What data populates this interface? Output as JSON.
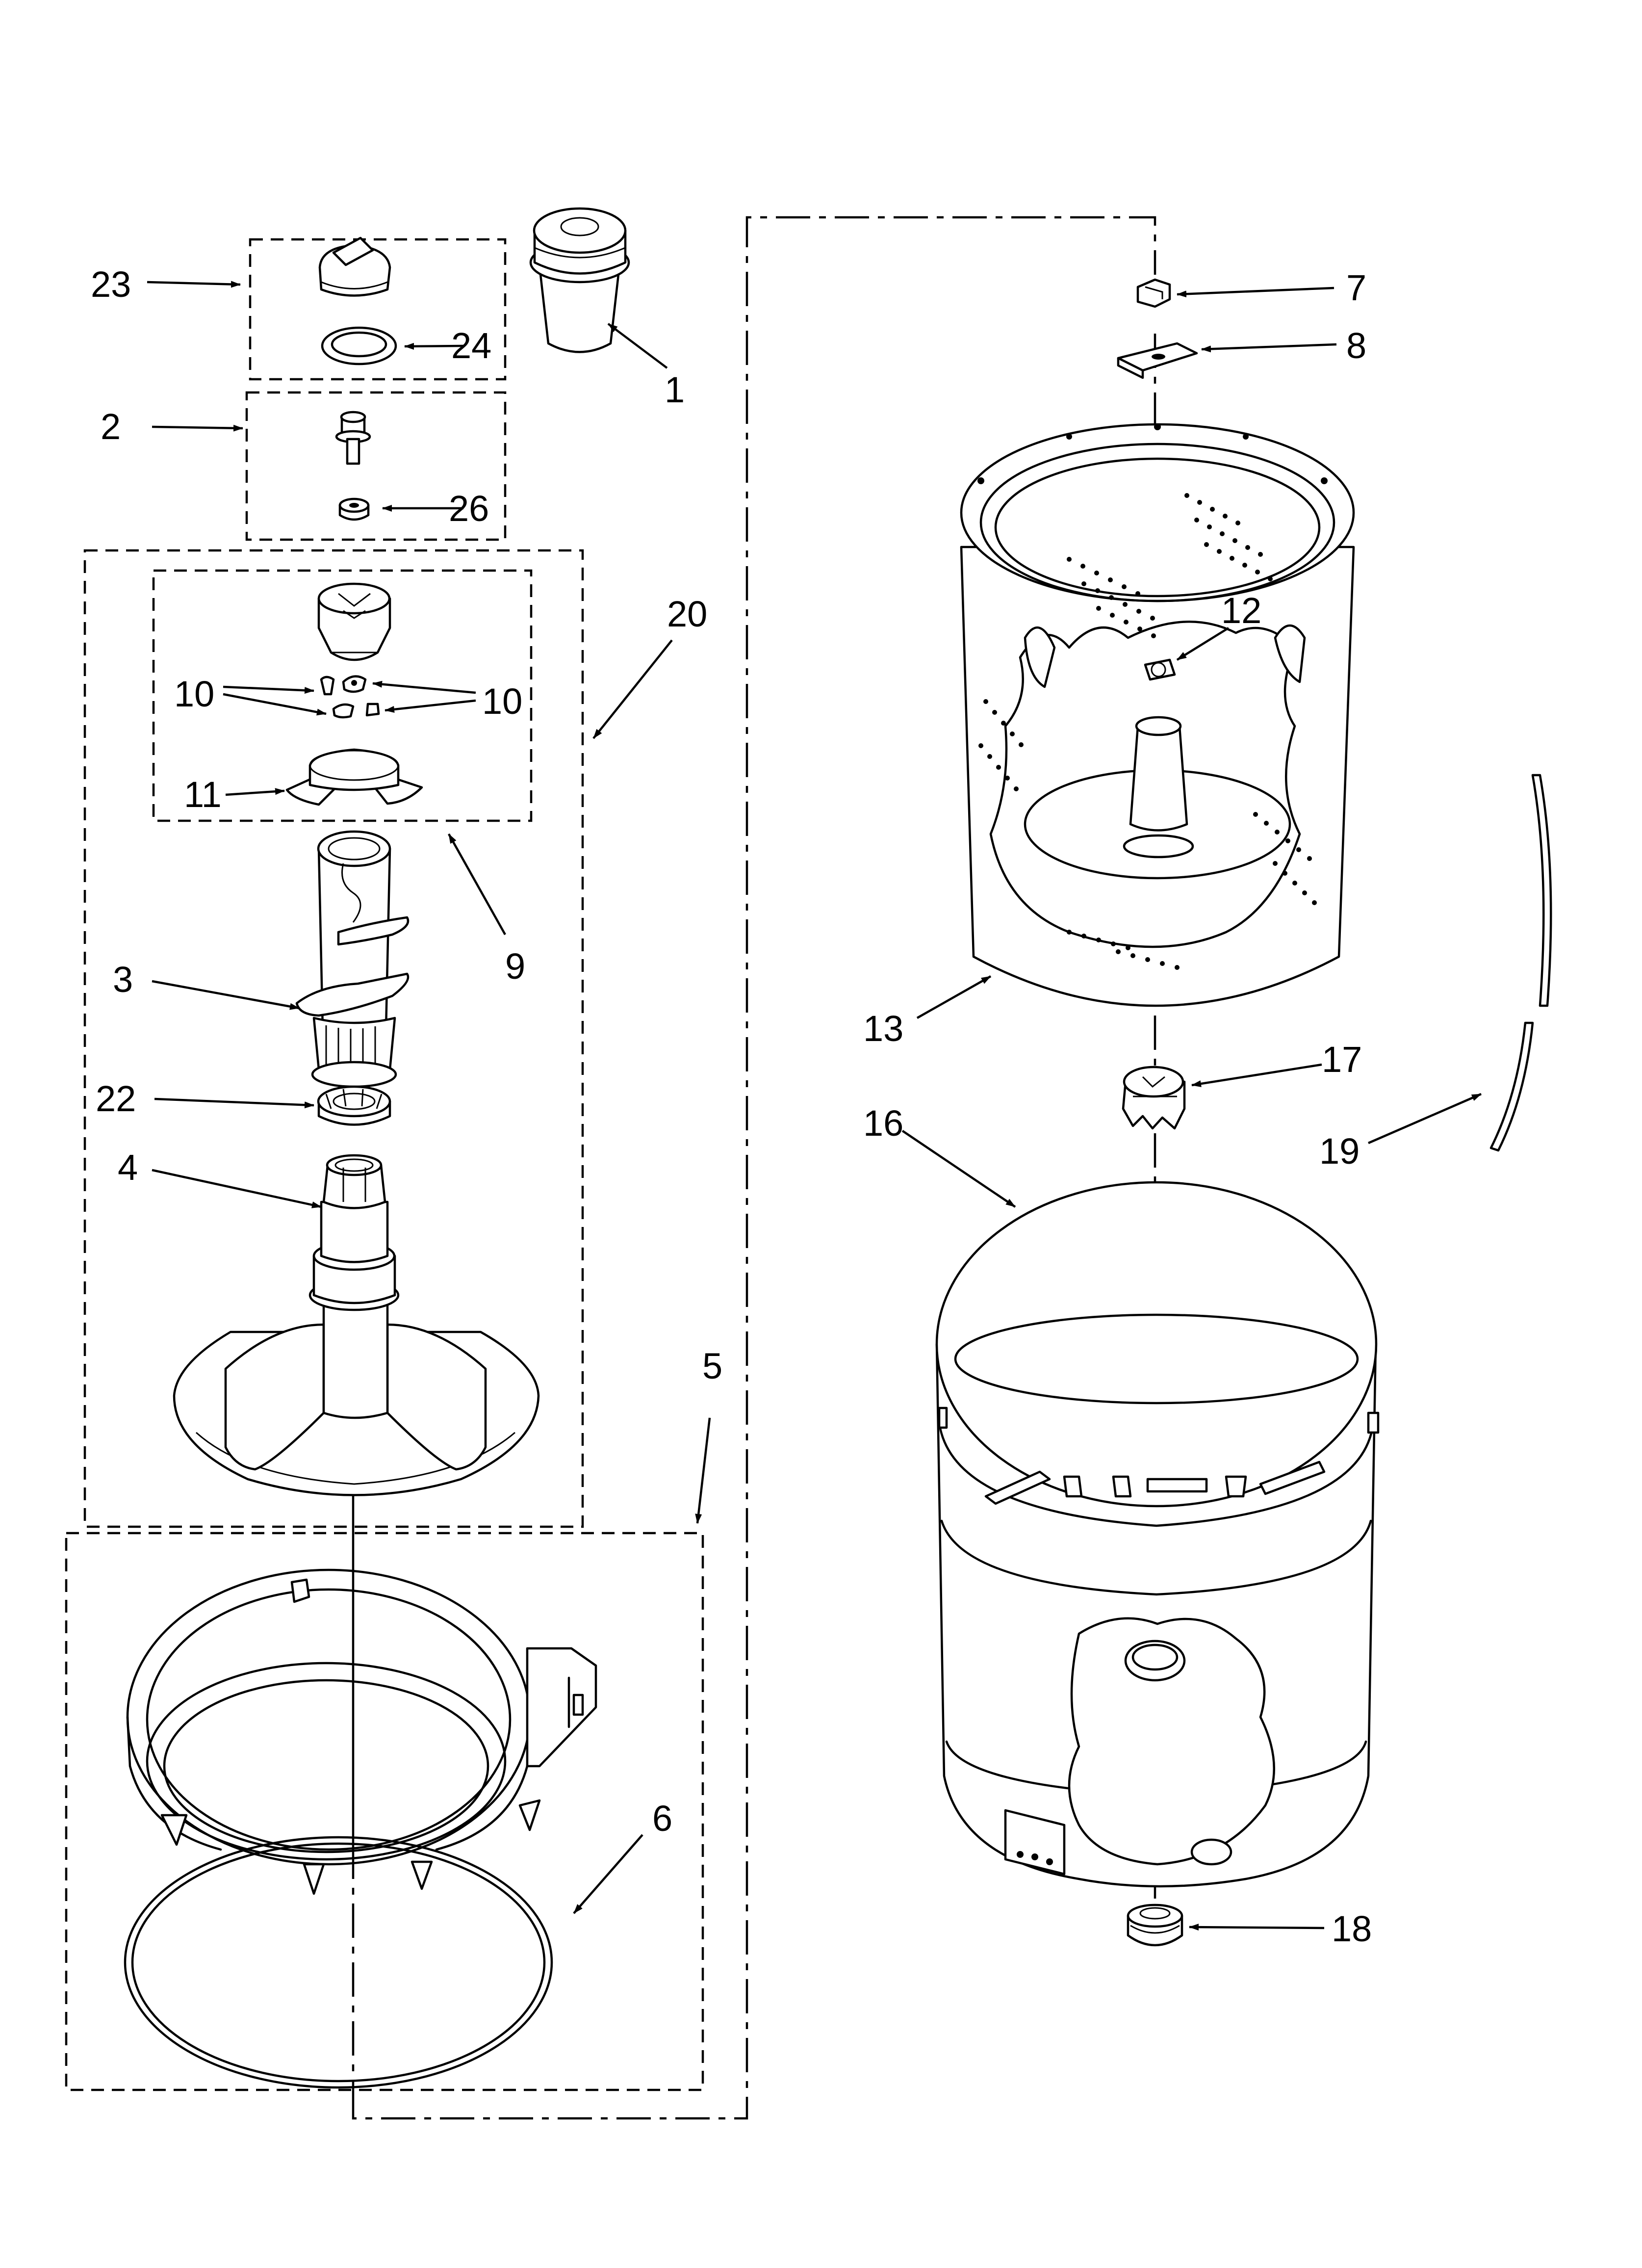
{
  "diagram": {
    "callouts": {
      "c1": "1",
      "c2": "2",
      "c3": "3",
      "c4": "4",
      "c5": "5",
      "c6": "6",
      "c7": "7",
      "c8": "8",
      "c9": "9",
      "c10a": "10",
      "c10b": "10",
      "c11": "11",
      "c12": "12",
      "c13": "13",
      "c16": "16",
      "c17": "17",
      "c18": "18",
      "c19": "19",
      "c20": "20",
      "c22": "22",
      "c23": "23",
      "c24": "24",
      "c26": "26"
    }
  }
}
